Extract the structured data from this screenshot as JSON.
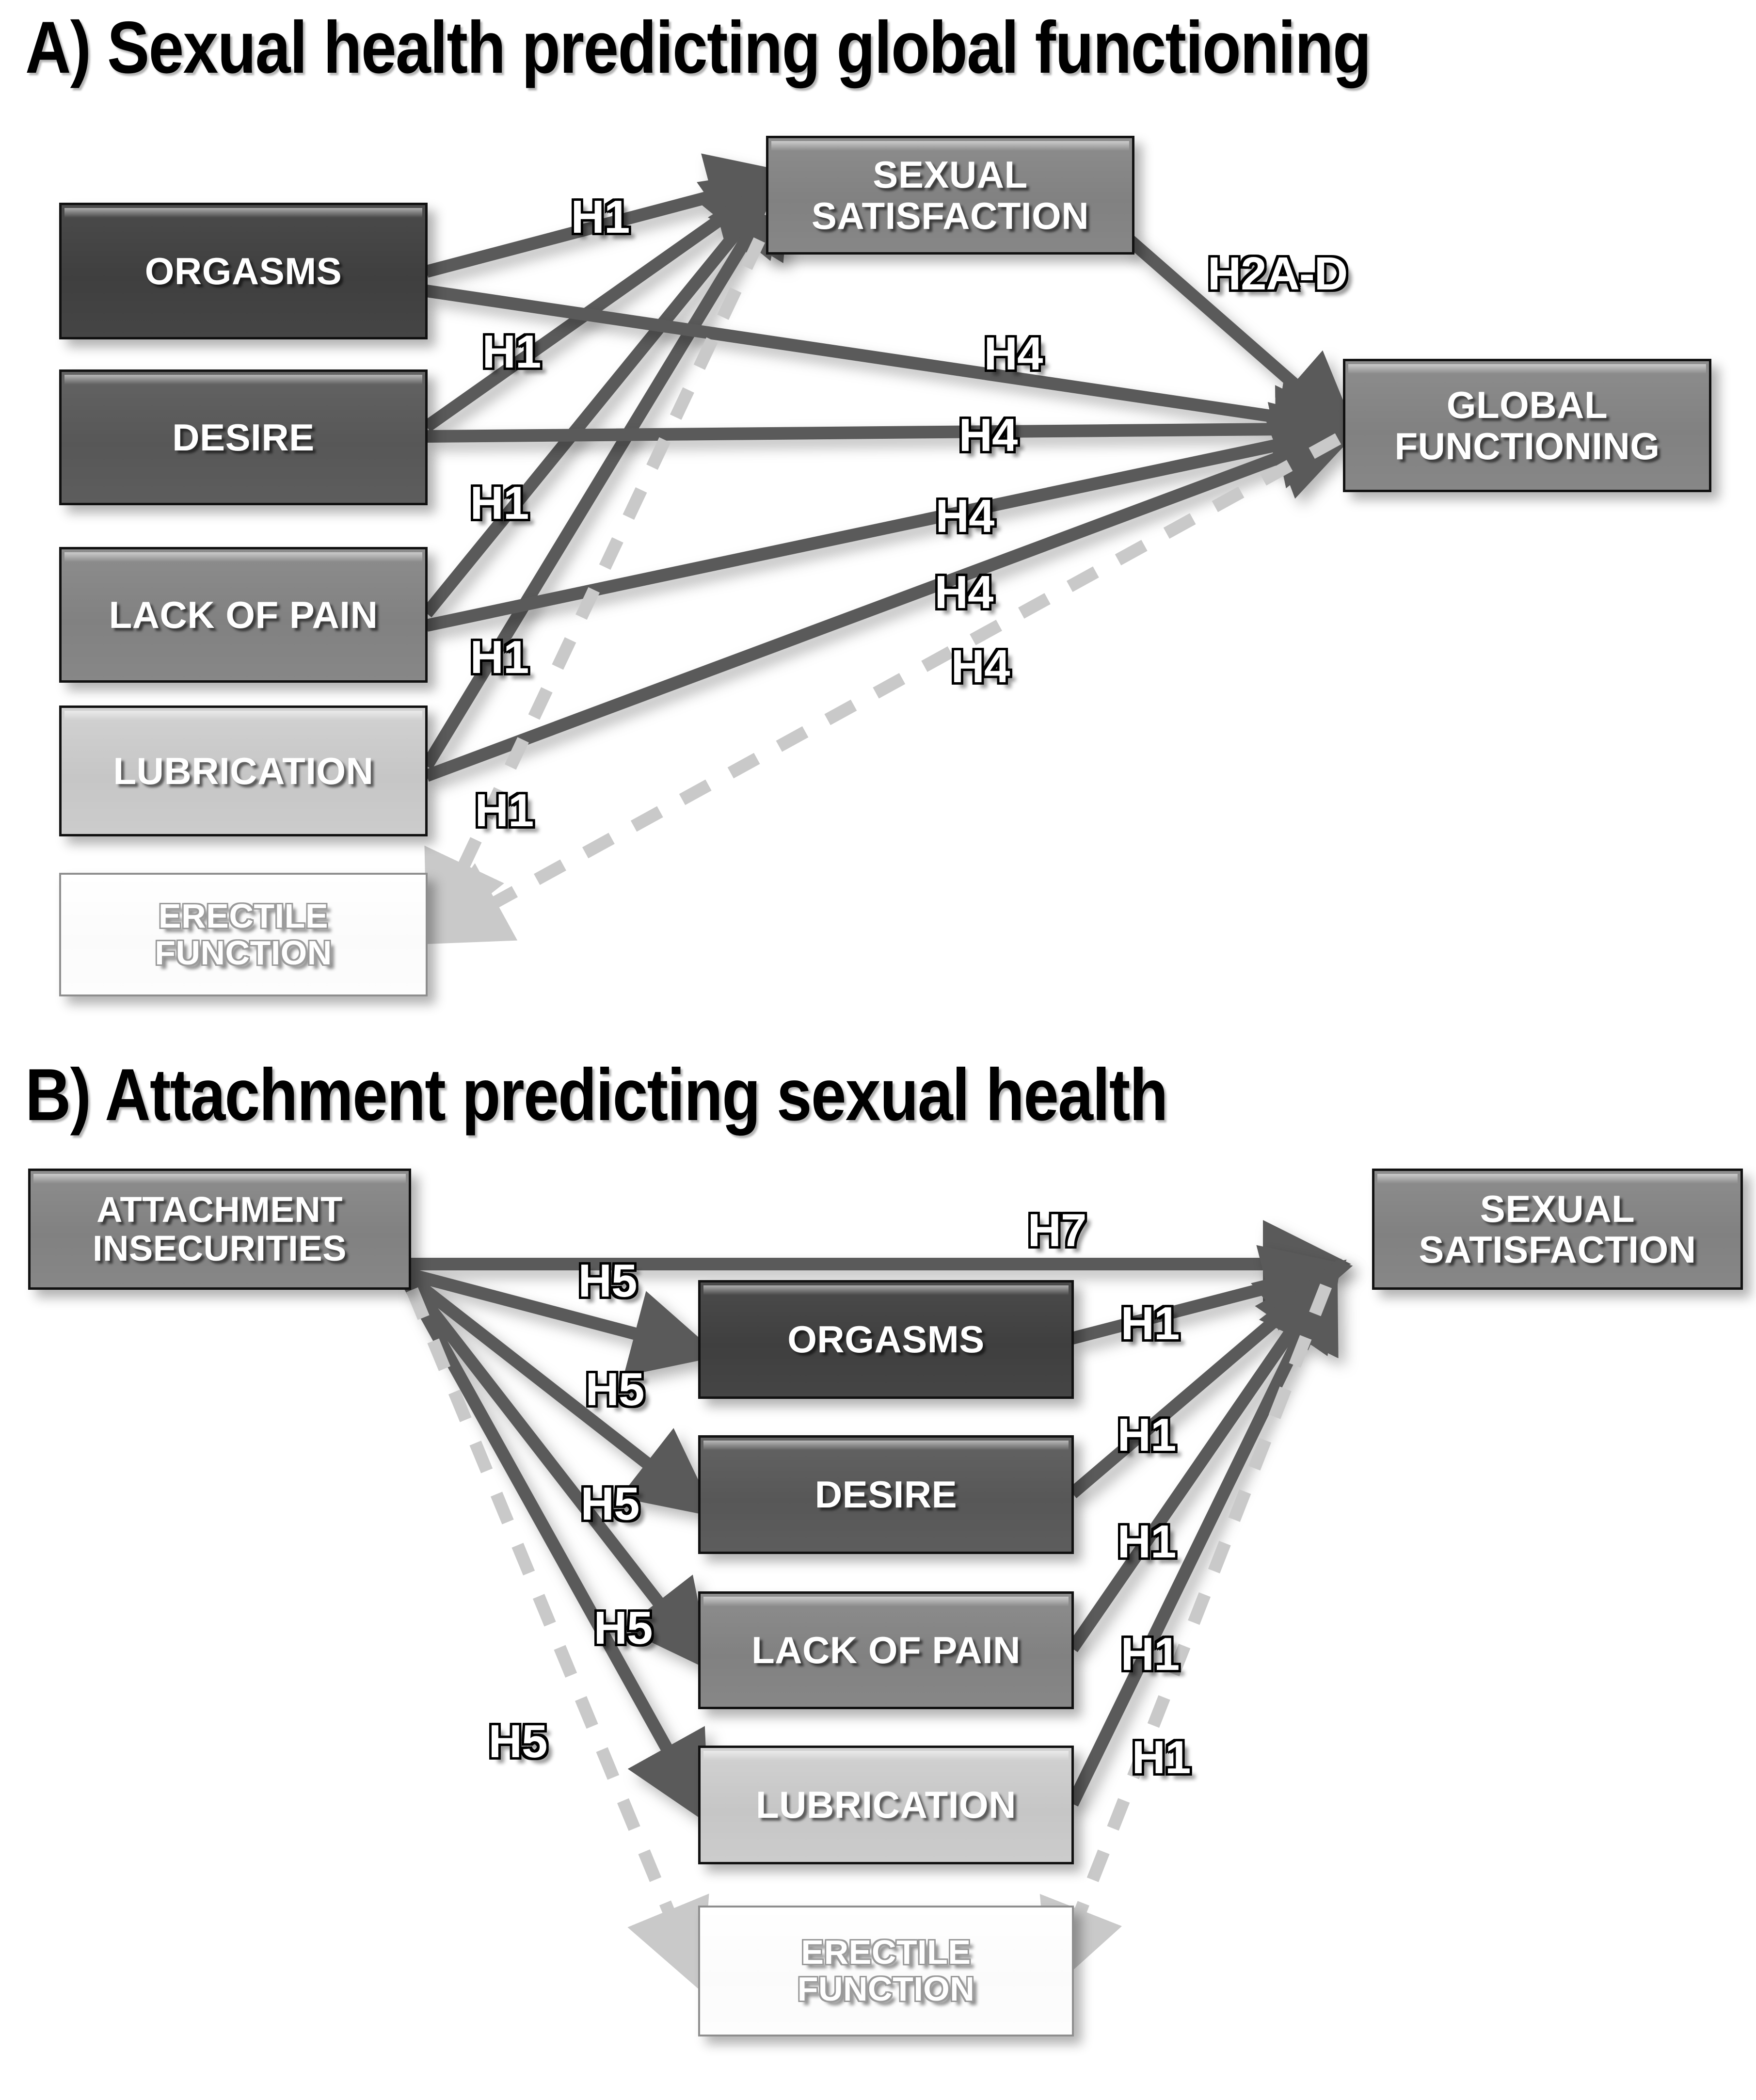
{
  "figure": {
    "panels": [
      {
        "id": "A",
        "title": "A) Sexual health predicting global functioning",
        "nodes": [
          {
            "key": "orgasms",
            "label": "ORGASMS",
            "tone": "darkest"
          },
          {
            "key": "desire",
            "label": "DESIRE",
            "tone": "dark"
          },
          {
            "key": "lack_of_pain",
            "label": "LACK OF PAIN",
            "tone": "mid"
          },
          {
            "key": "lubrication",
            "label": "LUBRICATION",
            "tone": "light"
          },
          {
            "key": "erectile",
            "label": "ERECTILE\nFUNCTION",
            "tone": "white"
          },
          {
            "key": "sexual_satisfaction",
            "label": "SEXUAL\nSATISFACTION",
            "tone": "mid"
          },
          {
            "key": "global_functioning",
            "label": "GLOBAL\nFUNCTIONING",
            "tone": "mid"
          }
        ],
        "edge_labels": [
          {
            "key": "a-h1-orgasms",
            "text": "H1"
          },
          {
            "key": "a-h1-desire",
            "text": "H1"
          },
          {
            "key": "a-h1-pain",
            "text": "H1"
          },
          {
            "key": "a-h1-lubrication",
            "text": "H1"
          },
          {
            "key": "a-h1-erectile",
            "text": "H1"
          },
          {
            "key": "a-h2ad",
            "text": "H2A-D"
          },
          {
            "key": "a-h4-orgasms",
            "text": "H4"
          },
          {
            "key": "a-h4-desire",
            "text": "H4"
          },
          {
            "key": "a-h4-pain",
            "text": "H4"
          },
          {
            "key": "a-h4-lubrication",
            "text": "H4"
          },
          {
            "key": "a-h4-erectile",
            "text": "H4"
          }
        ]
      },
      {
        "id": "B",
        "title": "B) Attachment predicting sexual health",
        "nodes": [
          {
            "key": "attachment",
            "label": "ATTACHMENT\nINSECURITIES",
            "tone": "mid"
          },
          {
            "key": "orgasms",
            "label": "ORGASMS",
            "tone": "darkest"
          },
          {
            "key": "desire",
            "label": "DESIRE",
            "tone": "dark"
          },
          {
            "key": "lack_of_pain",
            "label": "LACK OF PAIN",
            "tone": "mid"
          },
          {
            "key": "lubrication",
            "label": "LUBRICATION",
            "tone": "light"
          },
          {
            "key": "erectile",
            "label": "ERECTILE\nFUNCTION",
            "tone": "white"
          },
          {
            "key": "sexual_satisfaction",
            "label": "SEXUAL\nSATISFACTION",
            "tone": "mid"
          }
        ],
        "edge_labels": [
          {
            "key": "b-h7",
            "text": "H7"
          },
          {
            "key": "b-h5-orgasms",
            "text": "H5"
          },
          {
            "key": "b-h5-desire",
            "text": "H5"
          },
          {
            "key": "b-h5-pain",
            "text": "H5"
          },
          {
            "key": "b-h5-lubrication",
            "text": "H5"
          },
          {
            "key": "b-h5-erectile",
            "text": "H5"
          },
          {
            "key": "b-h1-orgasms",
            "text": "H1"
          },
          {
            "key": "b-h1-desire",
            "text": "H1"
          },
          {
            "key": "b-h1-pain",
            "text": "H1"
          },
          {
            "key": "b-h1-lubrication",
            "text": "H1"
          },
          {
            "key": "b-h1-erectile",
            "text": "H1"
          }
        ]
      }
    ],
    "colors": {
      "solid_edge": "#5a5a5a",
      "dashed_edge": "#c9c9c9",
      "box_border": "#111111",
      "background": "#ffffff",
      "tone_darkest": "#414141",
      "tone_dark": "#595959",
      "tone_mid": "#838383",
      "tone_light": "#c8c8c8",
      "tone_white": "#ffffff"
    }
  }
}
